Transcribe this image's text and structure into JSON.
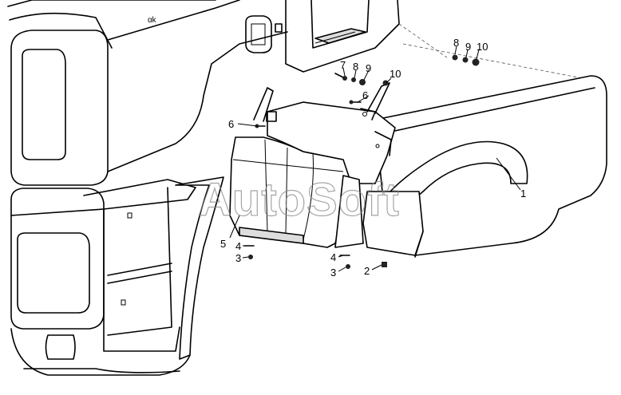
{
  "watermark": "AutoSoft",
  "callouts": [
    {
      "id": "c1",
      "text": "1"
    },
    {
      "id": "c2",
      "text": "2"
    },
    {
      "id": "c3a",
      "text": "3"
    },
    {
      "id": "c3b",
      "text": "3"
    },
    {
      "id": "c4a",
      "text": "4"
    },
    {
      "id": "c4b",
      "text": "4"
    },
    {
      "id": "c5",
      "text": "5"
    },
    {
      "id": "c6a",
      "text": "6"
    },
    {
      "id": "c6b",
      "text": "6"
    },
    {
      "id": "c7",
      "text": "7"
    },
    {
      "id": "c8a",
      "text": "8"
    },
    {
      "id": "c8b",
      "text": "8"
    },
    {
      "id": "c9a",
      "text": "9"
    },
    {
      "id": "c9b",
      "text": "9"
    },
    {
      "id": "c10a",
      "text": "10"
    },
    {
      "id": "c10b",
      "text": "10"
    }
  ]
}
